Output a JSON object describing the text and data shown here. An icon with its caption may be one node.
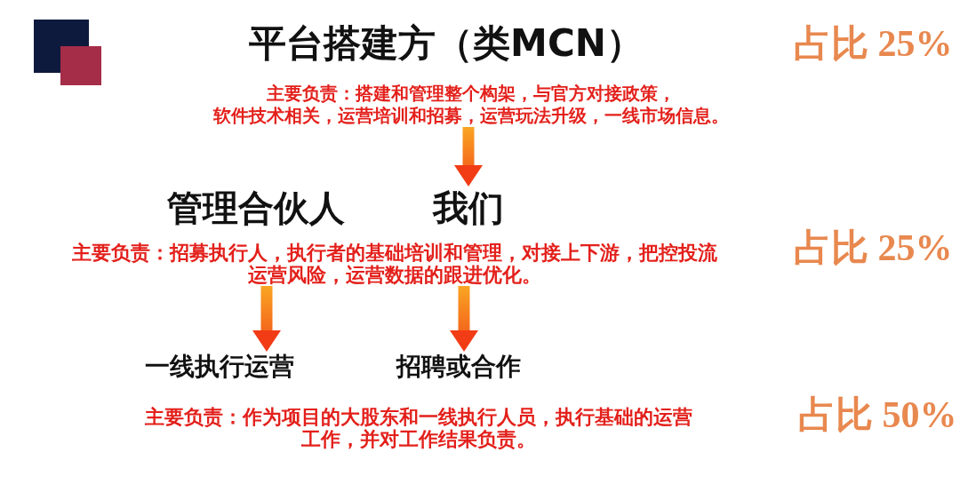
{
  "diagram": {
    "nodes": [
      {
        "text": [
          "平台搭建方（类MCN）",
          "主要负责：搭建和管理整个构架，与官方对接政策，软件技术相关，运营培训和招募，运营玩法升级，一线市场信息。"
        ]
      },
      {
        "text": [
          "管理合伙人"
        ]
      },
      {
        "text": [
          "我们"
        ]
      },
      {
        "text": [
          "主要负责：招募执行人，执行者的基础培训和管理，对接上下游，把控投流运营风险，运营数据的跟进优化。"
        ]
      },
      {
        "text": [
          "一线执行运营"
        ]
      },
      {
        "text": [
          "招聘或合作"
        ]
      }
    ],
    "edges": [
      {
        "from": 0,
        "to": 2,
        "arrow": "to"
      },
      {
        "from": 3,
        "to": 4,
        "arrow": "to"
      },
      {
        "from": 3,
        "to": 5,
        "arrow": "to"
      }
    ],
    "labels": [
      "占比 25%",
      "占比 25%",
      "主要负责：作为项目的大股东和一线执行人员，执行基础的运营工作，并对工作结果负责。",
      "占比 50%"
    ]
  }
}
